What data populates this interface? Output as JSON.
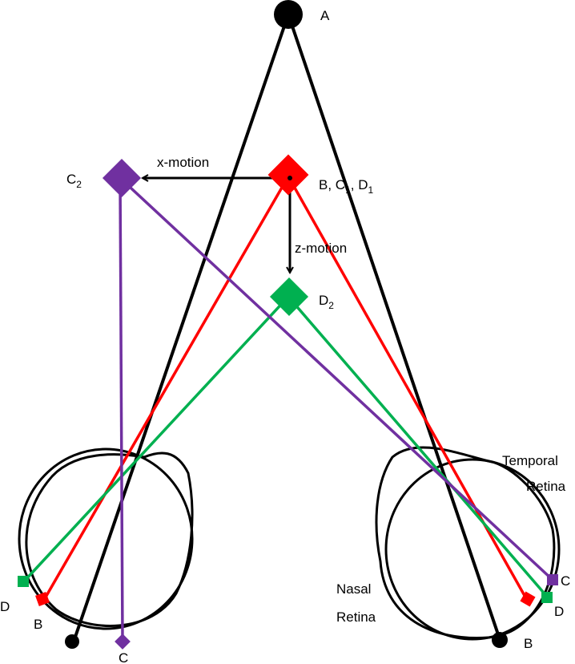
{
  "colors": {
    "A": "#000000",
    "B": "#ff0000",
    "C": "#7030a0",
    "D": "#00b050",
    "outline": "#000000"
  },
  "labels": {
    "A": "A",
    "B_C1_D1": {
      "B": "B, C",
      "C_sub": "1",
      "sep": ", D",
      "D_sub": "1"
    },
    "C2": {
      "base": "C",
      "sub": "2"
    },
    "D2": {
      "base": "D",
      "sub": "2"
    },
    "x_motion": "x-motion",
    "z_motion": "z-motion",
    "temporal_retina": [
      "Temporal",
      "Retina"
    ],
    "nasal_retina": [
      "Nasal",
      "Retina"
    ],
    "left_eye": {
      "D": "D",
      "B": "B",
      "C": "C"
    },
    "right_eye": {
      "C": "C",
      "D": "D",
      "B": "B"
    }
  }
}
